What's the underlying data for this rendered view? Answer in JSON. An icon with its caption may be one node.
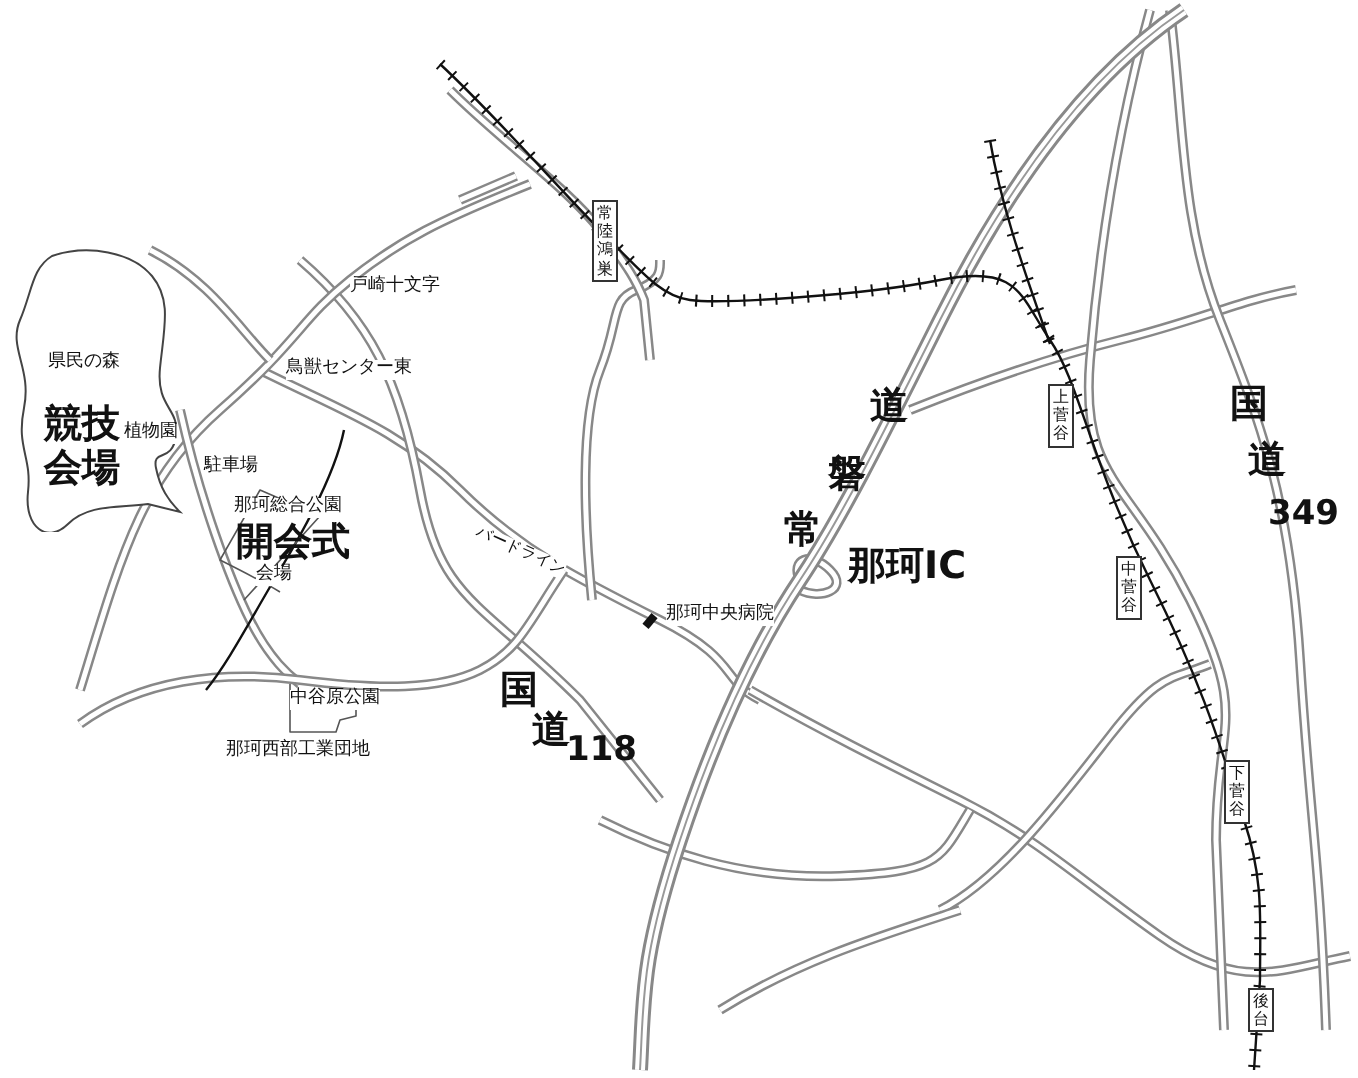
{
  "diagram": {
    "nodes": [
      {
        "text": [
          "県民の森",
          "競技会場"
        ]
      }
    ],
    "labels": [
      "植物園",
      "戸崎十文字",
      "鳥獣センター東",
      "駐車場",
      "那珂総合公園",
      "開会式",
      "会場",
      "バードライン",
      "中谷原公園",
      "那珂西部工業団地",
      "国道118",
      "常陸鴻巣",
      "常磐道",
      "那珂IC",
      "那珂中央病院",
      "上菅谷",
      "中菅谷",
      "国道349",
      "下菅谷",
      "後台"
    ]
  }
}
